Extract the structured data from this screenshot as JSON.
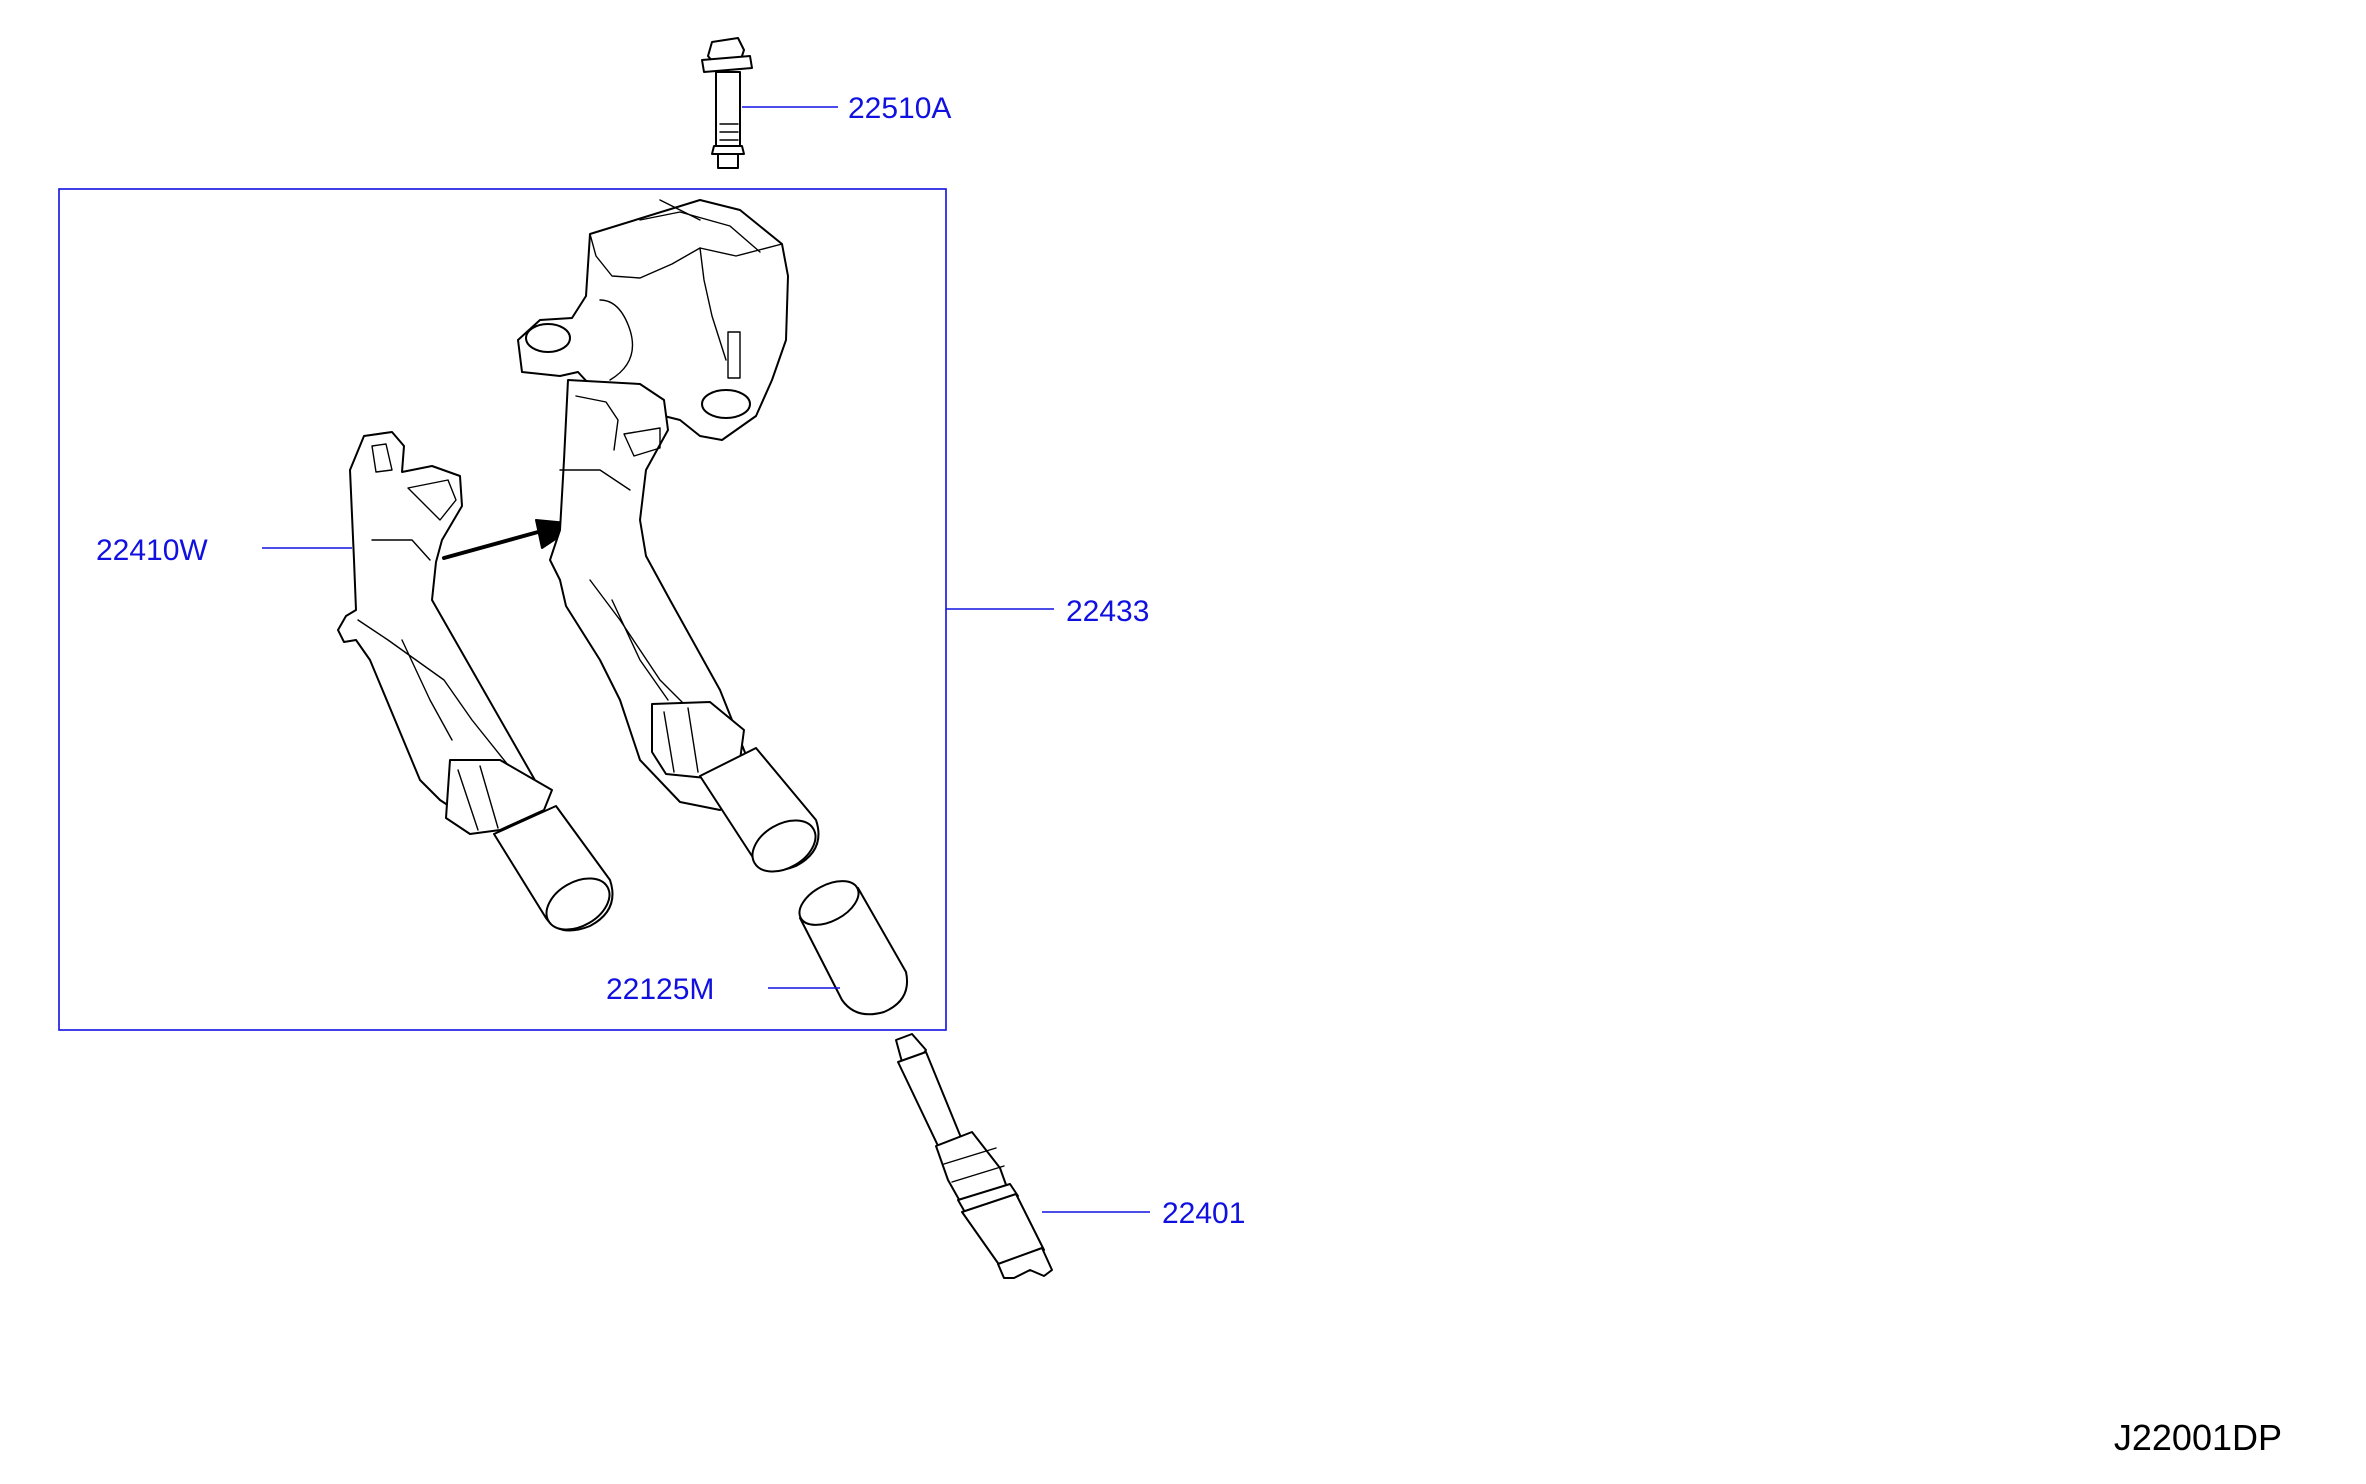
{
  "diagram": {
    "parts": [
      {
        "id": "bolt",
        "number": "22510A"
      },
      {
        "id": "coil-bracket",
        "number": "22410W"
      },
      {
        "id": "ignition-coil-assembly",
        "number": "22433"
      },
      {
        "id": "plug-boot-cap",
        "number": "22125M"
      },
      {
        "id": "spark-plug",
        "number": "22401"
      }
    ],
    "diagram_id": "J22001DP",
    "colors": {
      "label": "#1010e0",
      "line_art": "#000000",
      "background": "#ffffff"
    }
  }
}
